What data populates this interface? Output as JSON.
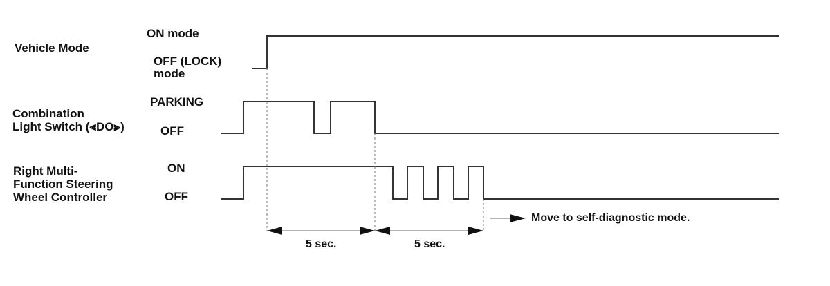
{
  "signals": {
    "vehicle_mode": {
      "name": "Vehicle Mode",
      "high_label": "ON mode",
      "low_label_line1": "OFF (LOCK)",
      "low_label_line2": "mode"
    },
    "combination_switch": {
      "name_line1": "Combination",
      "name_line2": "Light Switch (⫷DO⫸)",
      "high_label": "PARKING",
      "low_label": "OFF"
    },
    "steering_controller": {
      "name_line1": "Right Multi-",
      "name_line2": "Function Steering",
      "name_line3": "Wheel Controller",
      "high_label": "ON",
      "low_label": "OFF"
    }
  },
  "intervals": {
    "first": "5 sec.",
    "second": "5 sec."
  },
  "result_text": "Move to self-diagnostic mode.",
  "colors": {
    "signal_line": "#333333",
    "dashed_guides": "#777777",
    "dimension_line": "#999999",
    "text": "#111111"
  }
}
